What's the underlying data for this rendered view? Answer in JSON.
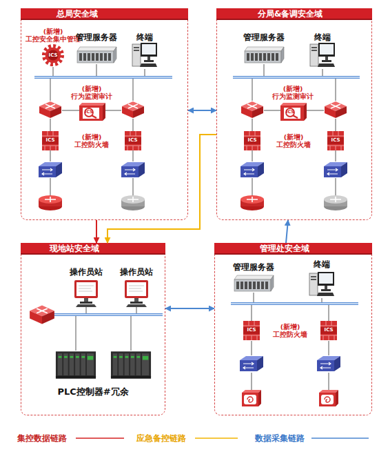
{
  "diagram": {
    "nodes": [
      {
        "text": [
          "总局安全域"
        ]
      },
      {
        "text": [
          "分局&备调安全域"
        ]
      },
      {
        "text": [
          "现地站安全域"
        ]
      },
      {
        "text": [
          "管理处安全域"
        ]
      }
    ],
    "edges": [
      {
        "from": 0,
        "to": 1,
        "arrow": "both"
      },
      {
        "from": 0,
        "to": 2,
        "arrow": "to"
      },
      {
        "from": 1,
        "to": 2,
        "arrow": "to"
      },
      {
        "from": 2,
        "to": 3,
        "arrow": "both"
      },
      {
        "from": 3,
        "to": 1,
        "arrow": "to"
      }
    ],
    "labels": [
      "(新增) 工控安全集中管理",
      "ICS",
      "管理服务器",
      "终端",
      "(新增) 行为监测审计",
      "ICS",
      "ICS",
      "ICS",
      "(新增) 工控防火墙",
      "管理服务器",
      "终端",
      "(新增) 行为监测审计",
      "ICS",
      "ICS",
      "ICS",
      "(新增) 工控防火墙",
      "操作员站",
      "操作员站",
      "PLC控制器#冗余",
      "管理服务器",
      "终端",
      "ICS",
      "ICS",
      "(新增) 工控防火墙"
    ],
    "legend": [
      {
        "text": "集控数据链路"
      },
      {
        "text": "应急备控链路"
      },
      {
        "text": "数据采集链路"
      }
    ]
  }
}
